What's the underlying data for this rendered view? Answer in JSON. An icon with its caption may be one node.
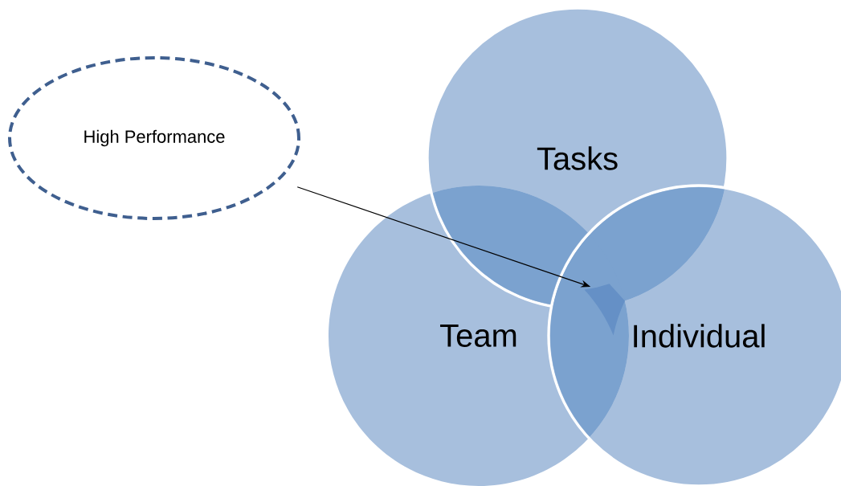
{
  "diagram": {
    "nodes": [
      {
        "text": [
          "High Performance"
        ]
      },
      {
        "text": [
          "Tasks"
        ]
      },
      {
        "text": [
          "Team"
        ]
      },
      {
        "text": [
          "Individual"
        ]
      },
      {
        "text": [],
        "shape": "region"
      }
    ],
    "edges": [
      {
        "from": 0,
        "to": 4,
        "arrow": "to"
      }
    ]
  }
}
